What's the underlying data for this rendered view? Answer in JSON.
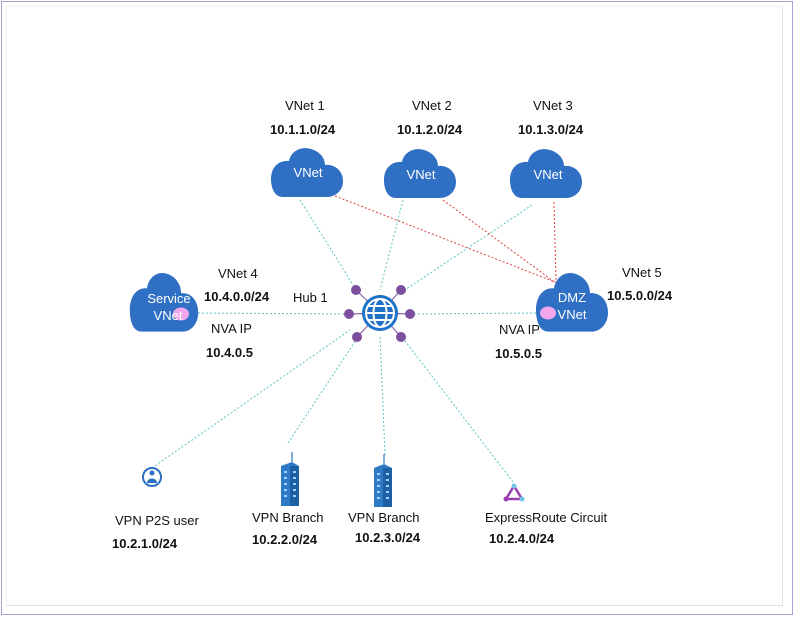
{
  "colors": {
    "cloud": "#2f6fc4",
    "spoke_link": "#5fc4c4",
    "dmz_link": "#e04040",
    "hub_node": "#7b4f9e",
    "nva": "#f2a6ee",
    "building": "#2e7ac7",
    "expressroute": "#9b3fb0"
  },
  "hub": {
    "label": "Hub 1",
    "icon": "globe-icon"
  },
  "vnets": [
    {
      "name": "VNet 1",
      "cidr": "10.1.1.0/24",
      "cloud_text": "VNet"
    },
    {
      "name": "VNet 2",
      "cidr": "10.1.2.0/24",
      "cloud_text": "VNet"
    },
    {
      "name": "VNet 3",
      "cidr": "10.1.3.0/24",
      "cloud_text": "VNet"
    },
    {
      "name": "VNet 4",
      "cidr": "10.4.0.0/24",
      "cloud_line1": "Service",
      "cloud_line2": "VNet",
      "nva_label": "NVA IP",
      "nva_ip": "10.4.0.5"
    },
    {
      "name": "VNet 5",
      "cidr": "10.5.0.0/24",
      "cloud_line1": "DMZ",
      "cloud_line2": "VNet",
      "nva_label": "NVA IP",
      "nva_ip": "10.5.0.5"
    }
  ],
  "branches": [
    {
      "label": "VPN P2S user",
      "cidr": "10.2.1.0/24",
      "icon": "vpn-user-icon"
    },
    {
      "label": "VPN Branch",
      "cidr": "10.2.2.0/24",
      "icon": "building-icon"
    },
    {
      "label": "VPN Branch",
      "cidr": "10.2.3.0/24",
      "icon": "building-icon"
    },
    {
      "label": "ExpressRoute Circuit",
      "cidr": "10.2.4.0/24",
      "icon": "expressroute-icon"
    }
  ]
}
